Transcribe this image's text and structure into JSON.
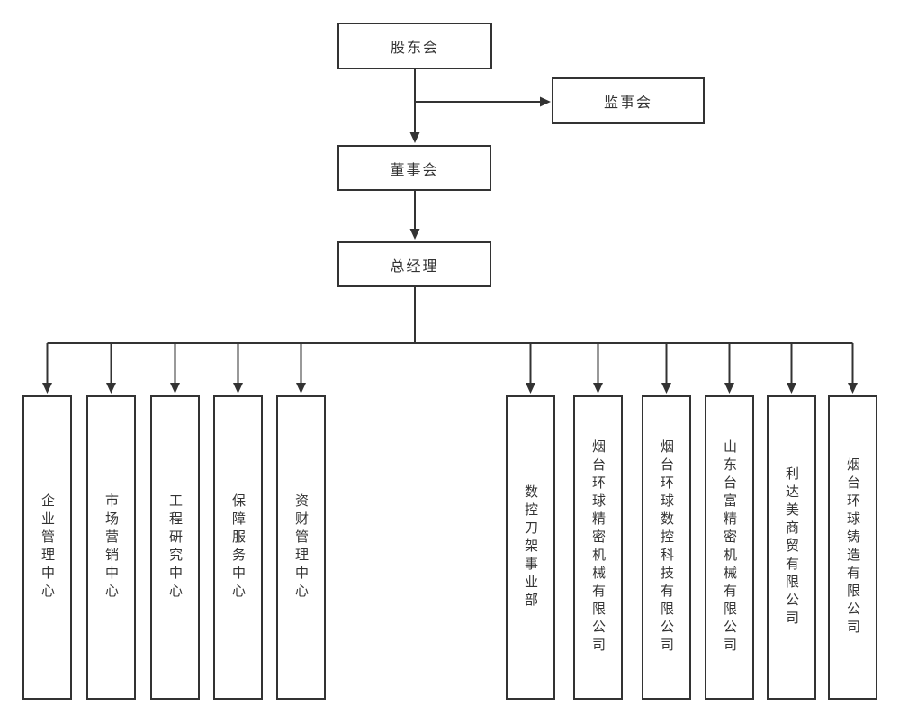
{
  "diagram": {
    "colors": {
      "line": "#333333",
      "text": "#333333",
      "background": "#ffffff"
    },
    "nodes": {
      "shareholders": {
        "label": "股东会"
      },
      "supervisory_board": {
        "label": "监事会"
      },
      "board_of_directors": {
        "label": "董事会"
      },
      "general_manager": {
        "label": "总经理"
      }
    },
    "children": [
      {
        "label": "企业管理中心"
      },
      {
        "label": "市场营销中心"
      },
      {
        "label": "工程研究中心"
      },
      {
        "label": "保障服务中心"
      },
      {
        "label": "资财管理中心"
      },
      {
        "label": "数控刀架事业部"
      },
      {
        "label": "烟台环球精密机械有限公司"
      },
      {
        "label": "烟台环球数控科技有限公司"
      },
      {
        "label": "山东台富精密机械有限公司"
      },
      {
        "label": "利达美商贸有限公司"
      },
      {
        "label": "烟台环球铸造有限公司"
      }
    ]
  }
}
